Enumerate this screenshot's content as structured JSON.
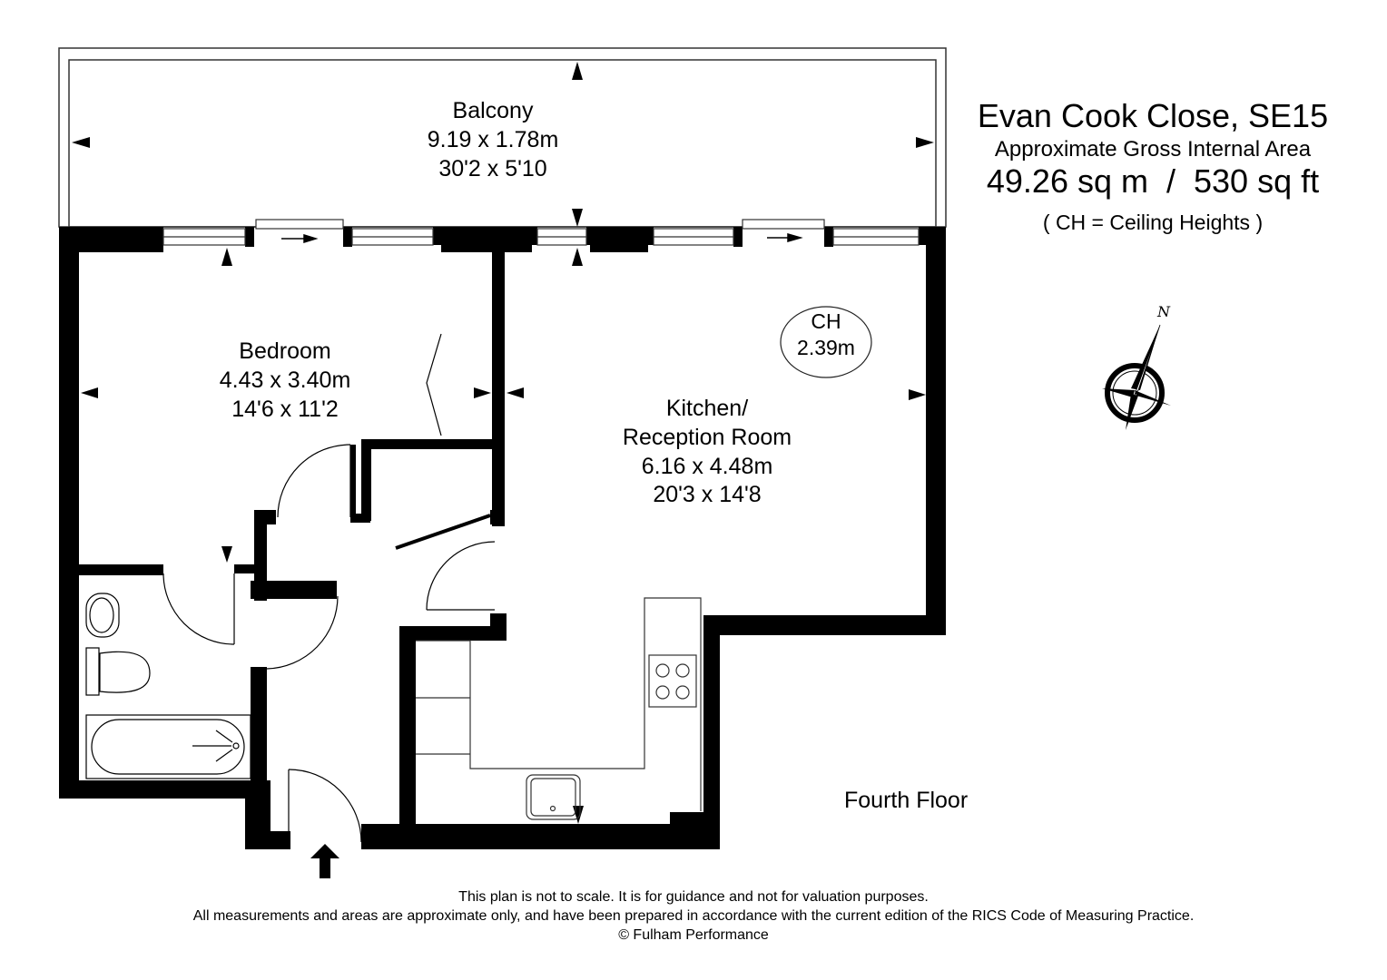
{
  "property": {
    "title": "Evan Cook Close, SE15",
    "area_label": "Approximate Gross Internal Area",
    "area_value": "49.26 sq m  /  530 sq ft",
    "legend_note": "( CH = Ceiling Heights )"
  },
  "rooms": {
    "balcony": {
      "name": "Balcony",
      "metric": "9.19 x 1.78m",
      "imperial": "30'2 x 5'10"
    },
    "bedroom": {
      "name": "Bedroom",
      "metric": "4.43 x 3.40m",
      "imperial": "14'6 x 11'2"
    },
    "kitchen": {
      "name_line1": "Kitchen/",
      "name_line2": "Reception Room",
      "metric": "6.16 x 4.48m",
      "imperial": "20'3 x 14'8"
    }
  },
  "ceiling_height": {
    "label": "CH",
    "value": "2.39m"
  },
  "compass": {
    "north_label": "N",
    "icon": "compass-rose-icon"
  },
  "floor": {
    "label": "Fourth Floor"
  },
  "entrance": {
    "icon": "entrance-arrow-icon"
  },
  "footer": {
    "line1": "This plan is not to scale. It is for guidance and not for valuation purposes.",
    "line2": "All measurements and areas are approximate only, and have been prepared in accordance with the current edition of the RICS Code of Measuring Practice.",
    "line3": "© Fulham Performance"
  },
  "colors": {
    "wall": "#000000",
    "background": "#ffffff",
    "line": "#333333"
  }
}
